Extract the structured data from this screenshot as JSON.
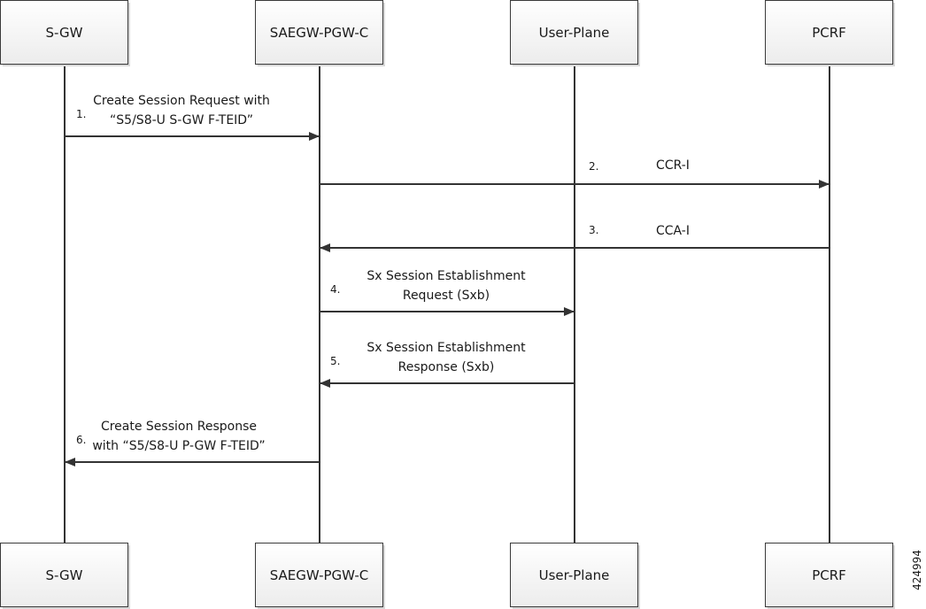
{
  "participants": [
    {
      "name": "S-GW"
    },
    {
      "name": "SAEGW-PGW-C"
    },
    {
      "name": "User-Plane"
    },
    {
      "name": "PCRF"
    }
  ],
  "messages": [
    {
      "number": "1.",
      "lines": [
        "Create Session Request with",
        "“S5/S8-U S-GW F-TEID”"
      ],
      "from": 0,
      "to": 1
    },
    {
      "number": "2.",
      "lines": [
        "CCR-I"
      ],
      "from": 1,
      "to": 3
    },
    {
      "number": "3.",
      "lines": [
        "CCA-I"
      ],
      "from": 3,
      "to": 1
    },
    {
      "number": "4.",
      "lines": [
        "Sx Session Establishment",
        "Request (Sxb)"
      ],
      "from": 1,
      "to": 2
    },
    {
      "number": "5.",
      "lines": [
        "Sx Session Establishment",
        "Response (Sxb)"
      ],
      "from": 2,
      "to": 1
    },
    {
      "number": "6.",
      "lines": [
        "Create Session Response",
        "with “S5/S8-U P-GW F-TEID”"
      ],
      "from": 1,
      "to": 0
    }
  ],
  "figure_id": "424994",
  "colors": {
    "line": "#333333",
    "box_border": "#3a3a3a",
    "box_fill_top": "#ffffff",
    "box_fill_bottom": "#ececec"
  }
}
